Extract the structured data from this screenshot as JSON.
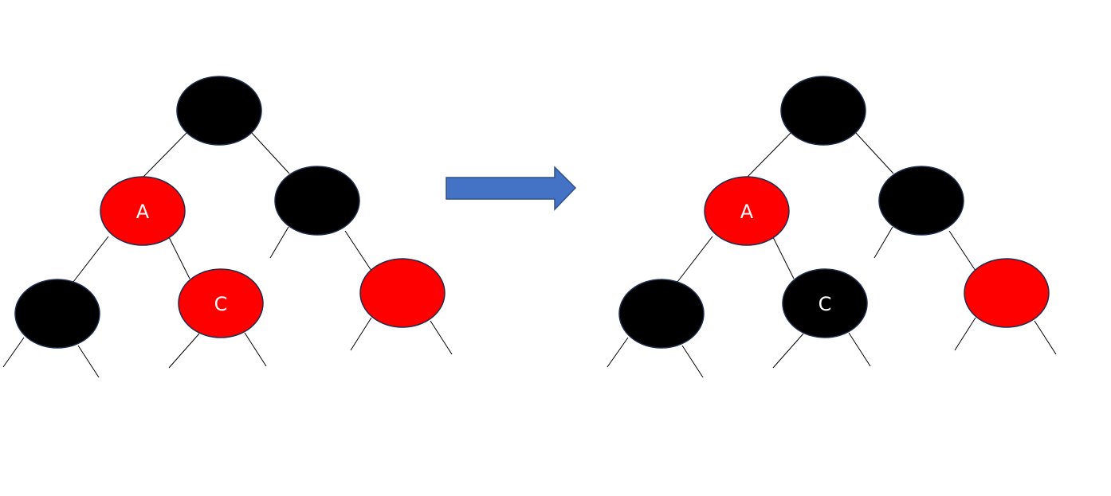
{
  "colors": {
    "black_node": "#000000",
    "red_node": "#ff0000",
    "node_outline": "#1f2d4d",
    "edge": "#000000",
    "arrow_fill": "#4472c4",
    "arrow_outline": "#2f4f8a",
    "label_text": "#ffffff"
  },
  "trees": [
    {
      "id": "before",
      "nodes": [
        {
          "key": "root",
          "color": "black",
          "label": ""
        },
        {
          "key": "a",
          "color": "red",
          "label": "A"
        },
        {
          "key": "uncle",
          "color": "black",
          "label": ""
        },
        {
          "key": "a-left",
          "color": "black",
          "label": ""
        },
        {
          "key": "c",
          "color": "red",
          "label": "C"
        },
        {
          "key": "uncle-right",
          "color": "red",
          "label": ""
        }
      ]
    },
    {
      "id": "after",
      "nodes": [
        {
          "key": "root",
          "color": "black",
          "label": ""
        },
        {
          "key": "a",
          "color": "red",
          "label": "A"
        },
        {
          "key": "uncle",
          "color": "black",
          "label": ""
        },
        {
          "key": "a-left",
          "color": "black",
          "label": ""
        },
        {
          "key": "c",
          "color": "black",
          "label": "C"
        },
        {
          "key": "uncle-right",
          "color": "red",
          "label": ""
        }
      ]
    }
  ],
  "arrow": {
    "direction": "right"
  }
}
